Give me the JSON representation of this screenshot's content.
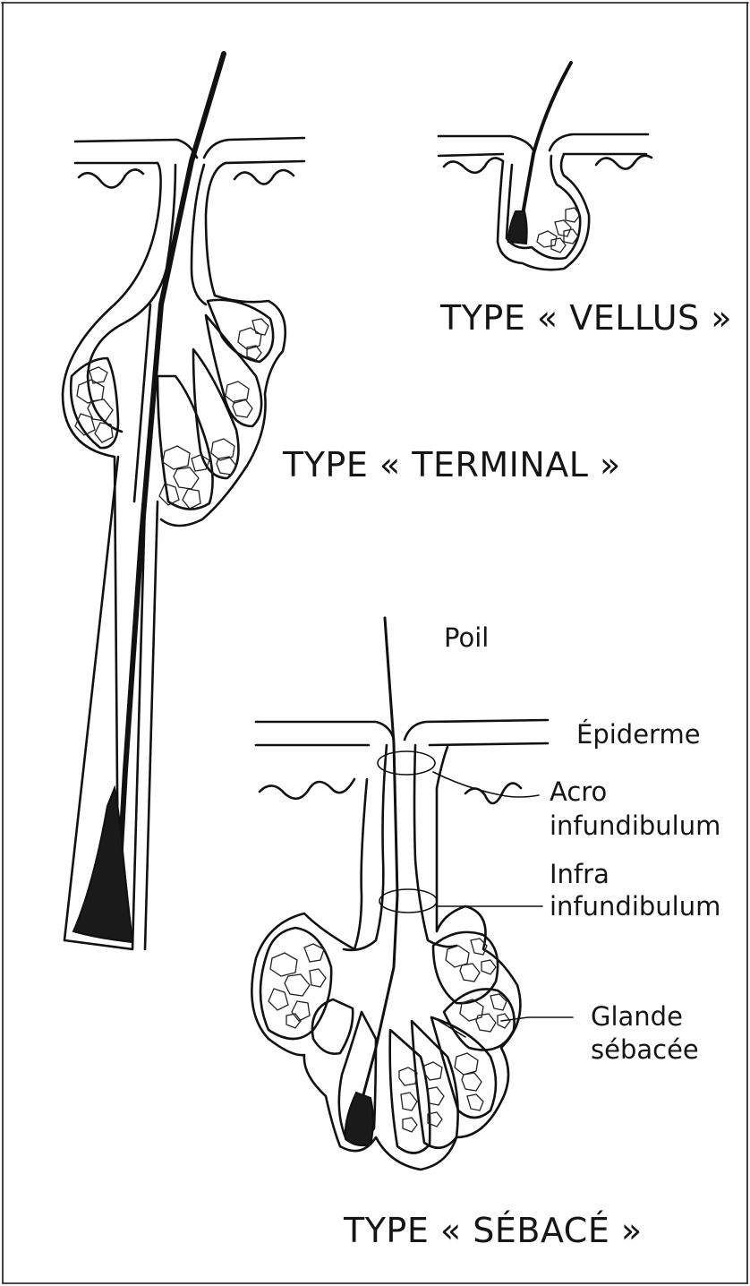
{
  "types": {
    "vellus": "TYPE « VELLUS »",
    "terminal": "TYPE « TERMINAL »",
    "sebace": "TYPE « SÉBACÉ »"
  },
  "labels": {
    "poil": "Poil",
    "epiderme": "Épiderme",
    "acro_line1": "Acro",
    "acro_line2": "infundibulum",
    "infra_line1": "Infra",
    "infra_line2": "infundibulum",
    "glande_line1": "Glande",
    "glande_line2": "sébacée"
  },
  "colors": {
    "ink": "#111111",
    "background": "#ffffff"
  }
}
